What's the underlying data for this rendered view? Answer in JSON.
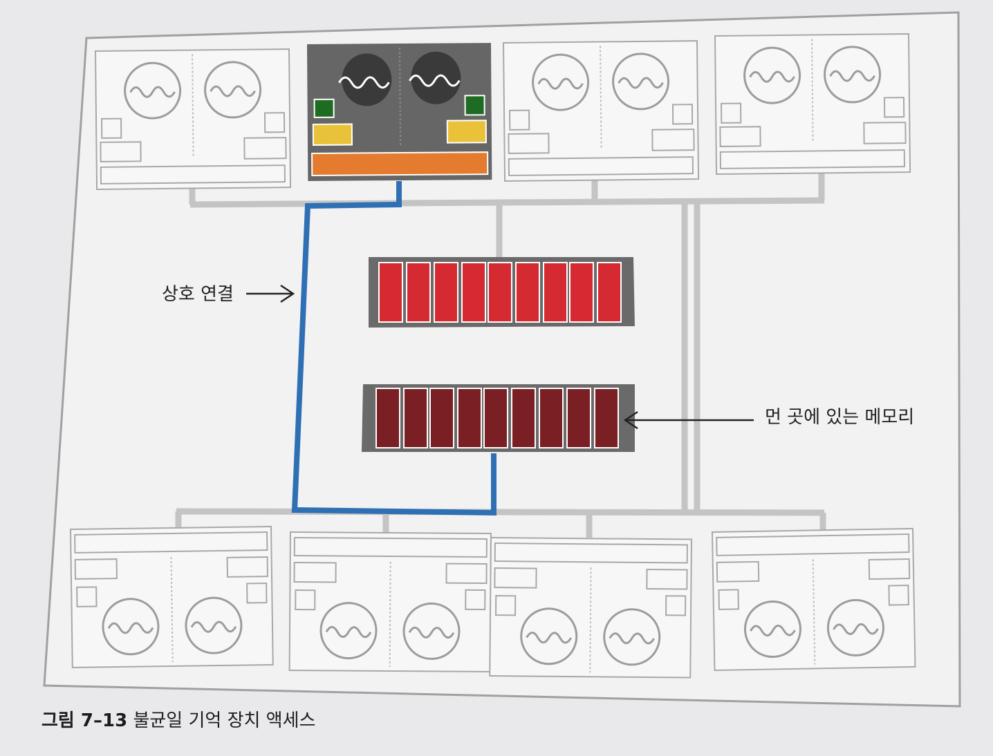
{
  "labels": {
    "interconnect": "상호 연결",
    "remote_memory": "먼 곳에 있는 메모리"
  },
  "caption": {
    "figure_number": "그림 7–13",
    "title": "불균일 기억 장치 액세스"
  },
  "nodes": {
    "top_count": 4,
    "bottom_count": 4,
    "active_node_index": 1,
    "memory_banks_per_module": 9
  },
  "colors": {
    "background": "#e9e8ea",
    "figure_background": "#f2f2f2",
    "frame": "#9e9e9e",
    "active_node": "#666666",
    "active_cpu": "#3a3a3a",
    "green_unit": "#1e6b22",
    "yellow_unit": "#e9c23a",
    "orange_bar": "#e47b2e",
    "bus_gray": "#c4c4c4",
    "interconnect_blue": "#2f6fb4",
    "local_memory_red": "#d62a32",
    "remote_memory_dark_red": "#7a1f24",
    "memory_frame": "#6a6a6a"
  },
  "icons": [
    "cpu-core-icon",
    "arrow-right-icon",
    "arrow-left-icon"
  ]
}
